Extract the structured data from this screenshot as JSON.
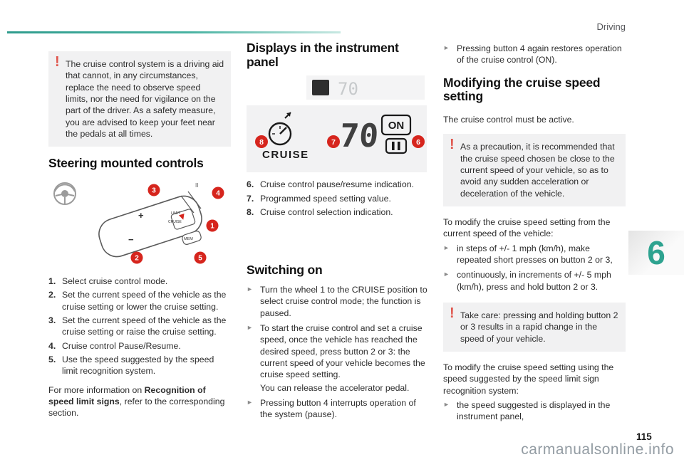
{
  "page": {
    "section_label": "Driving",
    "chapter_number": "6",
    "page_number": "115",
    "watermark": "carmanualsonline.info"
  },
  "icons": {
    "warning_mark": "!",
    "bullet_marker": "►"
  },
  "colors": {
    "accent_teal": "#2ea390",
    "callout_red": "#d6251d",
    "warning_red": "#e0564d"
  },
  "callouts": {
    "c1": "1",
    "c2": "2",
    "c3": "3",
    "c4": "4",
    "c5": "5",
    "c6": "6",
    "c7": "7",
    "c8": "8"
  },
  "col1": {
    "warning_text": "The cruise control system is a driving aid that cannot, in any circumstances, replace the need to observe speed limits, nor the need for vigilance on the part of the driver. As a safety measure, you are advised to keep your feet near the pedals at all times.",
    "heading": "Steering mounted controls",
    "stalk_labels": {
      "plus": "+",
      "minus": "−",
      "limit": "LIMIT",
      "cruise": "CRUISE",
      "mem": "MEM",
      "stalk_mark": "II"
    },
    "steps": [
      {
        "num": "1.",
        "text": "Select cruise control mode."
      },
      {
        "num": "2.",
        "text": "Set the current speed of the vehicle as the cruise setting or lower the cruise setting."
      },
      {
        "num": "3.",
        "text": "Set the current speed of the vehicle as the cruise setting or raise the cruise setting."
      },
      {
        "num": "4.",
        "text": "Cruise control Pause/Resume."
      },
      {
        "num": "5.",
        "text": "Use the speed suggested by the speed limit recognition system."
      }
    ],
    "more_info": {
      "pre": "For more information on ",
      "bold": "Recognition of speed limit signs",
      "post": ", refer to the corresponding section."
    }
  },
  "col2": {
    "heading_displays": "Displays in the instrument panel",
    "instrument_small": {
      "value": "70"
    },
    "cruise_display": {
      "label": "CRUISE",
      "value": "70",
      "on_label": "ON"
    },
    "captions": [
      {
        "num": "6.",
        "text": "Cruise control pause/resume indication."
      },
      {
        "num": "7.",
        "text": "Programmed speed setting value."
      },
      {
        "num": "8.",
        "text": "Cruise control selection indication."
      }
    ],
    "heading_switching": "Switching on",
    "bullets": [
      "Turn the wheel 1 to the CRUISE position to select cruise control mode; the function is paused.",
      "To start the cruise control and set a cruise speed, once the vehicle has reached the desired speed, press button 2 or 3: the current speed of your vehicle becomes the cruise speed setting.",
      "Pressing button 4 interrupts operation of the system (pause)."
    ],
    "bullet2_note": "You can release the accelerator pedal."
  },
  "col3": {
    "bullet_restore": "Pressing button 4 again restores operation of the cruise control (ON).",
    "heading_modifying": "Modifying the cruise speed setting",
    "active_note": "The cruise control must be active.",
    "warning_precaution": "As a precaution, it is recommended that the cruise speed chosen be close to the current speed of your vehicle, so as to avoid any sudden acceleration or deceleration of the vehicle.",
    "modify_from_intro": "To modify the cruise speed setting from the current speed of the vehicle:",
    "modify_bullets": [
      "in steps of +/- 1 mph (km/h), make repeated short presses on button 2 or 3,",
      "continuously, in increments of +/- 5 mph (km/h), press and hold button 2 or 3."
    ],
    "warning_take_care": "Take care: pressing and holding button 2 or 3 results in a rapid change in the speed of your vehicle.",
    "modify_using_intro": "To modify the cruise speed setting using the speed suggested by the speed limit sign recognition system:",
    "using_bullets": [
      "the speed suggested is displayed in the instrument panel,"
    ]
  }
}
